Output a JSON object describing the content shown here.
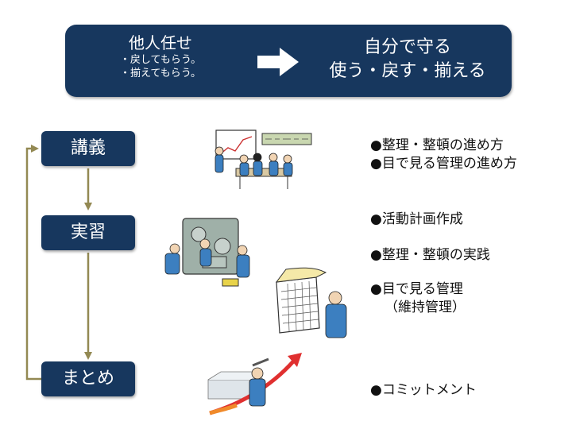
{
  "banner": {
    "left_heading": "他人任せ",
    "left_items": [
      "・戻してもらう。",
      "・揃えてもらう。"
    ],
    "right_heading": "自分で守る",
    "right_actions": "使う・戻す・揃える"
  },
  "steps": [
    {
      "label": "講義"
    },
    {
      "label": "実習"
    },
    {
      "label": "まとめ"
    }
  ],
  "notes": {
    "lecture": [
      "●整理・整頓の進め方",
      "●目で見る管理の進め方"
    ],
    "practice_1": "●活動計画作成",
    "practice_2": "●整理・整頓の実践",
    "practice_3": [
      "●目で見る管理",
      "（維持管理）"
    ],
    "summary": "●コミットメント"
  },
  "colors": {
    "box": "#17375e",
    "connector": "#938953",
    "accent_arrow": "#e03030"
  },
  "icons": {
    "lecture": "classroom-lecture-illustration",
    "practice_machine": "workers-at-machine-illustration",
    "practice_calendar": "worker-with-calendar-illustration",
    "summary": "worker-growth-arrow-illustration"
  }
}
